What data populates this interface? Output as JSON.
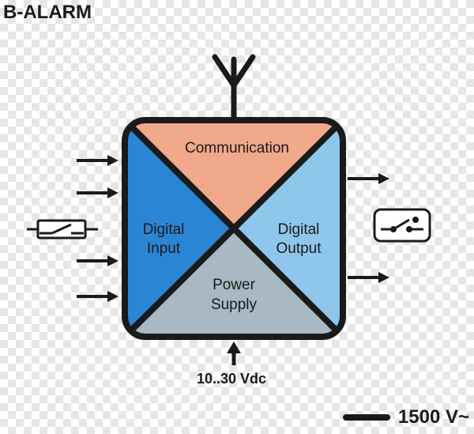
{
  "title": "B-ALARM",
  "zones": {
    "communication": "Communication",
    "digital_input": [
      "Digital",
      "Input"
    ],
    "digital_output": [
      "Digital",
      "Output"
    ],
    "power_supply": [
      "Power",
      "Supply"
    ]
  },
  "supply_label": "10..30 Vdc",
  "footer_label": "1500 V~",
  "colors": {
    "communication": "#f0a98a",
    "digital_input": "#2a86d4",
    "digital_output": "#8ec6ec",
    "power_supply": "#a9b8c2",
    "outline": "#1a1a1a"
  },
  "icons": [
    "antenna-icon",
    "input-arrow-icon",
    "output-arrow-icon",
    "power-arrow-icon",
    "input-switch-icon",
    "output-relay-icon"
  ]
}
